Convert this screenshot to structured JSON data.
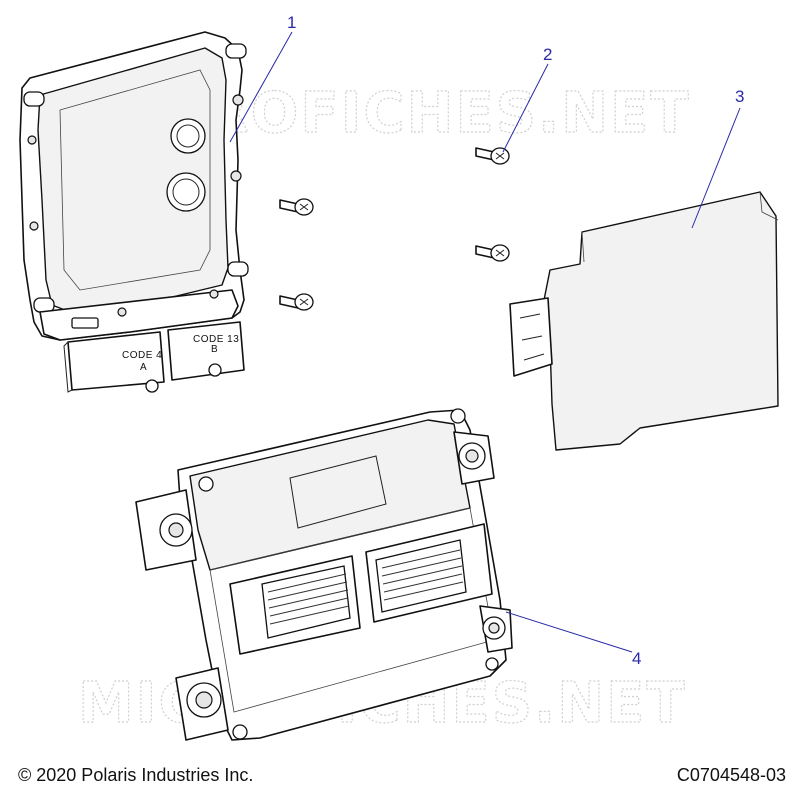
{
  "callouts": {
    "c1": "1",
    "c2": "2",
    "c3": "3",
    "c4": "4"
  },
  "connector_labels": {
    "left_top": "CODE  4",
    "left_bottom": "A",
    "right_top": "CODE  13",
    "right_bottom": "B"
  },
  "watermark": {
    "text": "MICROFICHES.NET"
  },
  "footer": {
    "copyright": "© 2020 Polaris Industries Inc.",
    "drawing_number": "C0704548-03"
  },
  "colors": {
    "callout": "#2a2aa8",
    "line": "#111111",
    "watermark": "#d0d0d0"
  }
}
